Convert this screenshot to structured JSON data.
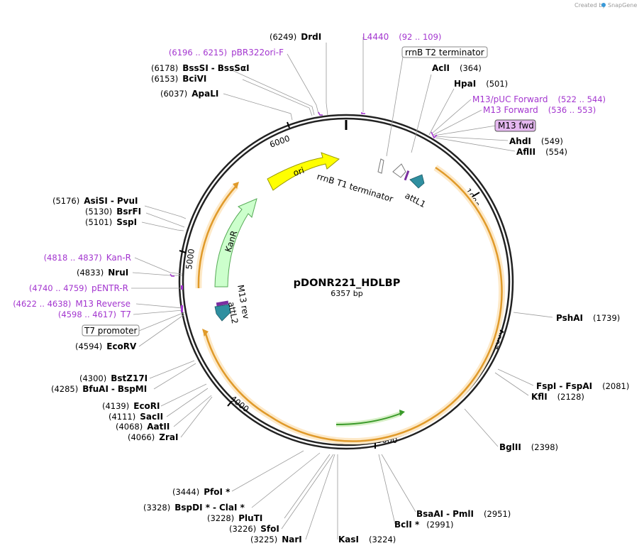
{
  "header": {
    "credit_label": "Created by",
    "credit_brand": "SnapGene"
  },
  "plasmid": {
    "name": "pDONR221_HDLBP",
    "size_label": "6357 bp",
    "length": 6357
  },
  "ticks": [
    "1000",
    "2000",
    "3000",
    "4000",
    "5000",
    "6000"
  ],
  "features": [
    {
      "id": "ori",
      "label": "ori",
      "color": "#ffff00",
      "stroke": "#999900"
    },
    {
      "id": "kanr",
      "label": "KanR",
      "color": "#ccffcc",
      "stroke": "#55aa55"
    },
    {
      "id": "attl1",
      "label": "attL1",
      "color": "#2f8fa0"
    },
    {
      "id": "attl2",
      "label": "attL2",
      "color": "#2f8fa0"
    },
    {
      "id": "rrnb_t1",
      "label": "rrnB T1 terminator"
    },
    {
      "id": "m13rev",
      "label": "M13 rev"
    }
  ],
  "labels": {
    "left": [
      {
        "pos": "(6196 .. 6215)",
        "name": "pBR322ori-F",
        "purple": true
      },
      {
        "pos": "(6178)",
        "name": "BssSI",
        "extra": "BssSαI"
      },
      {
        "pos": "(6153)",
        "name": "BciVI"
      },
      {
        "pos": "(6037)",
        "name": "ApaLI"
      },
      {
        "pos": "(5176)",
        "name": "AsiSI",
        "extra": "PvuI"
      },
      {
        "pos": "(5130)",
        "name": "BsrFI"
      },
      {
        "pos": "(5101)",
        "name": "SspI"
      },
      {
        "pos": "(4818 .. 4837)",
        "name": "Kan-R",
        "purple": true
      },
      {
        "pos": "(4833)",
        "name": "NruI"
      },
      {
        "pos": "(4740 .. 4759)",
        "name": "pENTR-R",
        "purple": true
      },
      {
        "pos": "(4622 .. 4638)",
        "name": "M13 Reverse",
        "purple": true
      },
      {
        "pos": "(4598 .. 4617)",
        "name": "T7",
        "purple": true
      },
      {
        "name": "T7 promoter",
        "boxed": true
      },
      {
        "pos": "(4594)",
        "name": "EcoRV"
      },
      {
        "pos": "(4300)",
        "name": "BstZ17I"
      },
      {
        "pos": "(4285)",
        "name": "BfuAI",
        "extra": "BspMI"
      },
      {
        "pos": "(4139)",
        "name": "EcoRI"
      },
      {
        "pos": "(4111)",
        "name": "SacII"
      },
      {
        "pos": "(4068)",
        "name": "AatII"
      },
      {
        "pos": "(4066)",
        "name": "ZraI"
      },
      {
        "pos": "(3444)",
        "name": "PfoI *"
      },
      {
        "pos": "(3328)",
        "name": "BspDI *",
        "extra": "ClaI *"
      },
      {
        "pos": "(3228)",
        "name": "PluTI"
      },
      {
        "pos": "(3226)",
        "name": "SfoI"
      },
      {
        "pos": "(3225)",
        "name": "NarI"
      }
    ],
    "top": [
      {
        "pos": "(6249)",
        "name": "DrdI"
      },
      {
        "pos": "(92 .. 109)",
        "name": "L4440",
        "purple": true
      },
      {
        "name": "rrnB T2 terminator",
        "boxed": true
      }
    ],
    "right": [
      {
        "pos": "(364)",
        "name": "AclI"
      },
      {
        "pos": "(501)",
        "name": "HpaI"
      },
      {
        "pos": "(522 .. 544)",
        "name": "M13/pUC Forward",
        "purple": true
      },
      {
        "pos": "(536 .. 553)",
        "name": "M13 Forward",
        "purple": true
      },
      {
        "name": "M13 fwd",
        "boxed": true,
        "purple": true
      },
      {
        "pos": "(549)",
        "name": "AhdI"
      },
      {
        "pos": "(554)",
        "name": "AflII"
      },
      {
        "pos": "(1739)",
        "name": "PshAI"
      },
      {
        "pos": "(2081)",
        "name": "FspI",
        "extra": "FspAI"
      },
      {
        "pos": "(2128)",
        "name": "KflI"
      },
      {
        "pos": "(2398)",
        "name": "BglII"
      },
      {
        "pos": "(2951)",
        "name": "BsaAI",
        "extra": "PmlI"
      },
      {
        "pos": "(2991)",
        "name": "BclI *"
      },
      {
        "pos": "(3224)",
        "name": "KasI"
      }
    ]
  }
}
